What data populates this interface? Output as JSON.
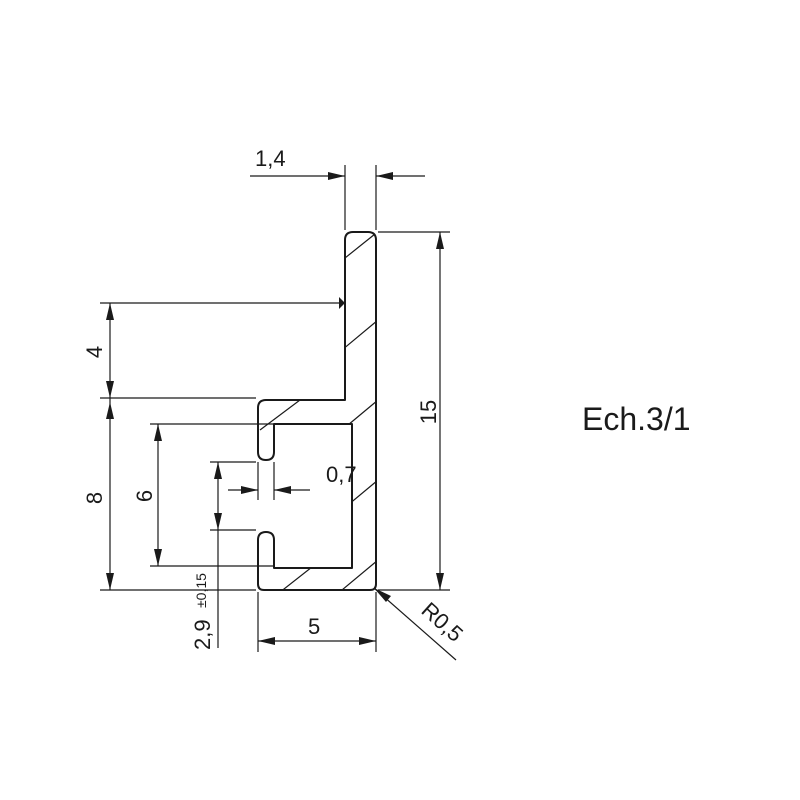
{
  "drawing": {
    "scale_label": "Ech.3/1",
    "dimensions": {
      "wall_thickness": "1,4",
      "upper_offset": "4",
      "total_height": "15",
      "lower_height": "8",
      "slot_height": "6",
      "slot_gap": "0,7",
      "lip_gap_main": "2,9",
      "lip_gap_tol": "±0,15",
      "base_width": "5",
      "corner_radius": "R0,5"
    }
  }
}
